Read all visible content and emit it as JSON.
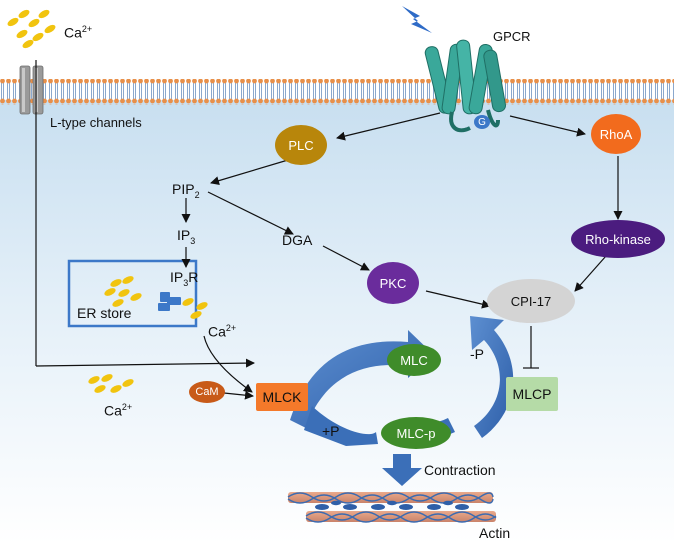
{
  "labels": {
    "ca_top_text": "Ca",
    "ca_top_sup": "2+",
    "gpcr": "GPCR",
    "l_type": "L-type channels",
    "g_protein": "G",
    "pip_main": "PIP",
    "pip_sub": "2",
    "ip3_main": "IP",
    "ip3_sub": "3",
    "ip3r_main": "IP",
    "ip3r_sub": "3",
    "ip3r_tail": "R",
    "er_store": "ER store",
    "ca_mid_text": "Ca",
    "ca_mid_sup": "2+",
    "ca_low_text": "Ca",
    "ca_low_sup": "2+",
    "dga": "DGA",
    "plus_p": "+P",
    "minus_p": "-P",
    "contraction": "Contraction",
    "actin": "Actin"
  },
  "nodes": {
    "plc": "PLC",
    "rhoa": "RhoA",
    "rho_kinase": "Rho-kinase",
    "pkc": "PKC",
    "cpi17": "CPI-17",
    "mlc": "MLC",
    "mlc_p": "MLC-p",
    "mlcp": "MLCP",
    "mlck": "MLCK",
    "cam": "CaM"
  },
  "colors": {
    "plc": "#b8860b",
    "rhoa": "#f26b1d",
    "rho_kinase": "#4b1c7f",
    "pkc": "#6a2c9c",
    "cpi17": "#d4d4d4",
    "mlc": "#3f8c2a",
    "mlcp": "#b5dba7",
    "mlck": "#f4792a",
    "cam": "#c85a18",
    "gpcr": "#3aa89a",
    "calcium": "#f1c40f",
    "big_arrow": "#3b6fb8",
    "membrane_head": "#e8904a",
    "membrane_tail": "#5a84b8"
  },
  "icons": [
    "lightning-bolt-icon",
    "calcium-ions-icon",
    "gpcr-receptor-icon",
    "l-type-channel-icon",
    "actin-filament-icon"
  ]
}
